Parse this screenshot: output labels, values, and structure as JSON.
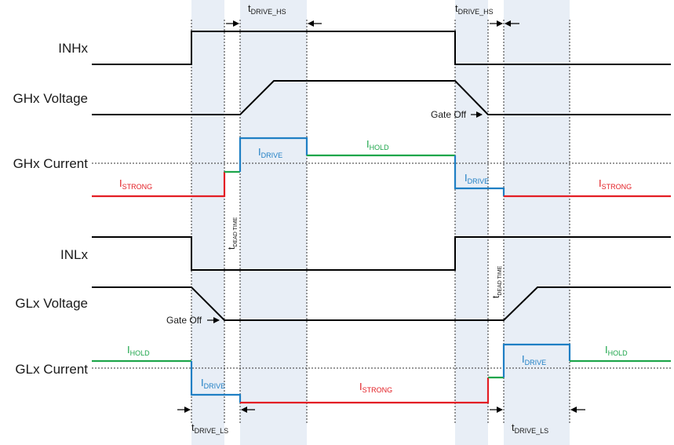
{
  "colors": {
    "black": "#000000",
    "red": "#e31e24",
    "green": "#1ea64b",
    "blue": "#1f7fc4",
    "band": "#e8eef6"
  },
  "signals": {
    "inhx": "INHx",
    "ghx_voltage": "GHx Voltage",
    "ghx_current": "GHx Current",
    "inlx": "INLx",
    "glx_voltage": "GLx Voltage",
    "glx_current": "GLx Current"
  },
  "currents": {
    "i_main": "I",
    "strong_sub": "STRONG",
    "drive_sub": "DRIVE",
    "hold_sub": "HOLD"
  },
  "timing": {
    "t_main": "t",
    "drive_hs_sub": "DRIVE_HS",
    "drive_ls_sub": "DRIVE_LS",
    "dead_time_sub": "DEAD TIME"
  },
  "annotations": {
    "gate_off": "Gate Off"
  }
}
